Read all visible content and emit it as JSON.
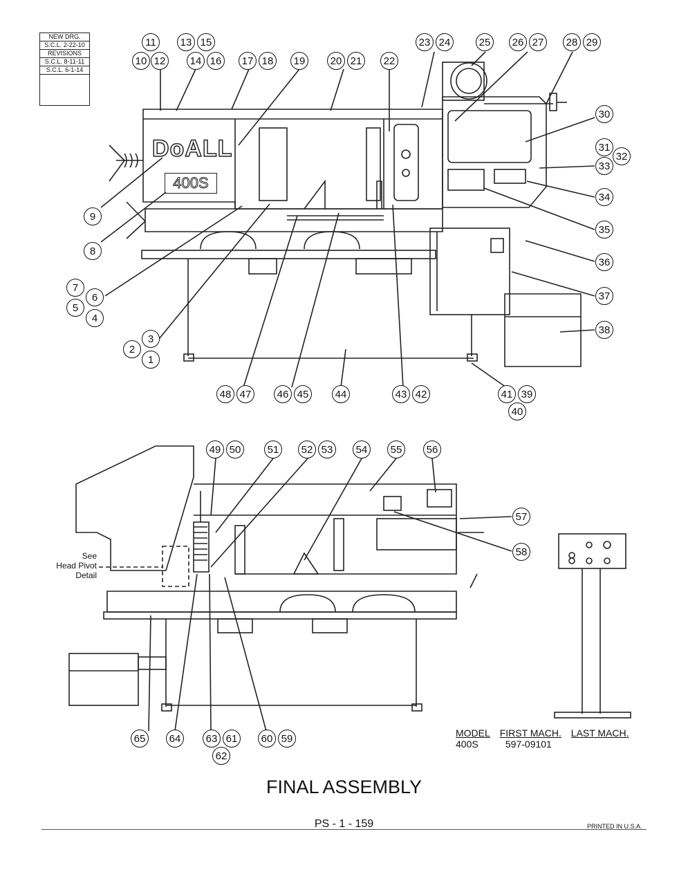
{
  "revisions": {
    "header": "NEW DRG.",
    "first": "S.C.L. 2-22-10",
    "label": "REVISIONS",
    "rev1": "S.C.L. 8-11-11",
    "rev2": "S.C.L. 6-1-14"
  },
  "machine_labels": {
    "brand": "DoALL",
    "model_plate": "400S"
  },
  "callouts_top": [
    {
      "n": "11"
    },
    {
      "n": "10"
    },
    {
      "n": "12"
    },
    {
      "n": "13"
    },
    {
      "n": "15"
    },
    {
      "n": "14"
    },
    {
      "n": "16"
    },
    {
      "n": "17"
    },
    {
      "n": "18"
    },
    {
      "n": "19"
    },
    {
      "n": "20"
    },
    {
      "n": "21"
    },
    {
      "n": "22"
    },
    {
      "n": "23"
    },
    {
      "n": "24"
    },
    {
      "n": "25"
    },
    {
      "n": "26"
    },
    {
      "n": "27"
    },
    {
      "n": "28"
    },
    {
      "n": "29"
    },
    {
      "n": "30"
    },
    {
      "n": "31"
    },
    {
      "n": "32"
    },
    {
      "n": "33"
    },
    {
      "n": "34"
    },
    {
      "n": "35"
    },
    {
      "n": "36"
    },
    {
      "n": "37"
    },
    {
      "n": "38"
    },
    {
      "n": "9"
    },
    {
      "n": "8"
    },
    {
      "n": "7"
    },
    {
      "n": "6"
    },
    {
      "n": "5"
    },
    {
      "n": "4"
    },
    {
      "n": "3"
    },
    {
      "n": "2"
    },
    {
      "n": "1"
    },
    {
      "n": "48"
    },
    {
      "n": "47"
    },
    {
      "n": "46"
    },
    {
      "n": "45"
    },
    {
      "n": "44"
    },
    {
      "n": "43"
    },
    {
      "n": "42"
    },
    {
      "n": "41"
    },
    {
      "n": "39"
    },
    {
      "n": "40"
    }
  ],
  "callouts_bottom": [
    {
      "n": "49"
    },
    {
      "n": "50"
    },
    {
      "n": "51"
    },
    {
      "n": "52"
    },
    {
      "n": "53"
    },
    {
      "n": "54"
    },
    {
      "n": "55"
    },
    {
      "n": "56"
    },
    {
      "n": "57"
    },
    {
      "n": "58"
    },
    {
      "n": "65"
    },
    {
      "n": "64"
    },
    {
      "n": "63"
    },
    {
      "n": "61"
    },
    {
      "n": "62"
    },
    {
      "n": "60"
    },
    {
      "n": "59"
    }
  ],
  "note": {
    "line1": "See",
    "line2": "Head Pivot",
    "line3": "Detail"
  },
  "model_table": {
    "col1_header": "MODEL",
    "col2_header": "FIRST MACH.",
    "col3_header": "LAST MACH.",
    "model": "400S",
    "first_mach": "597-09101",
    "last_mach": ""
  },
  "title": "FINAL ASSEMBLY",
  "page_number": "PS - 1 - 159",
  "printed": "PRINTED IN U.S.A."
}
